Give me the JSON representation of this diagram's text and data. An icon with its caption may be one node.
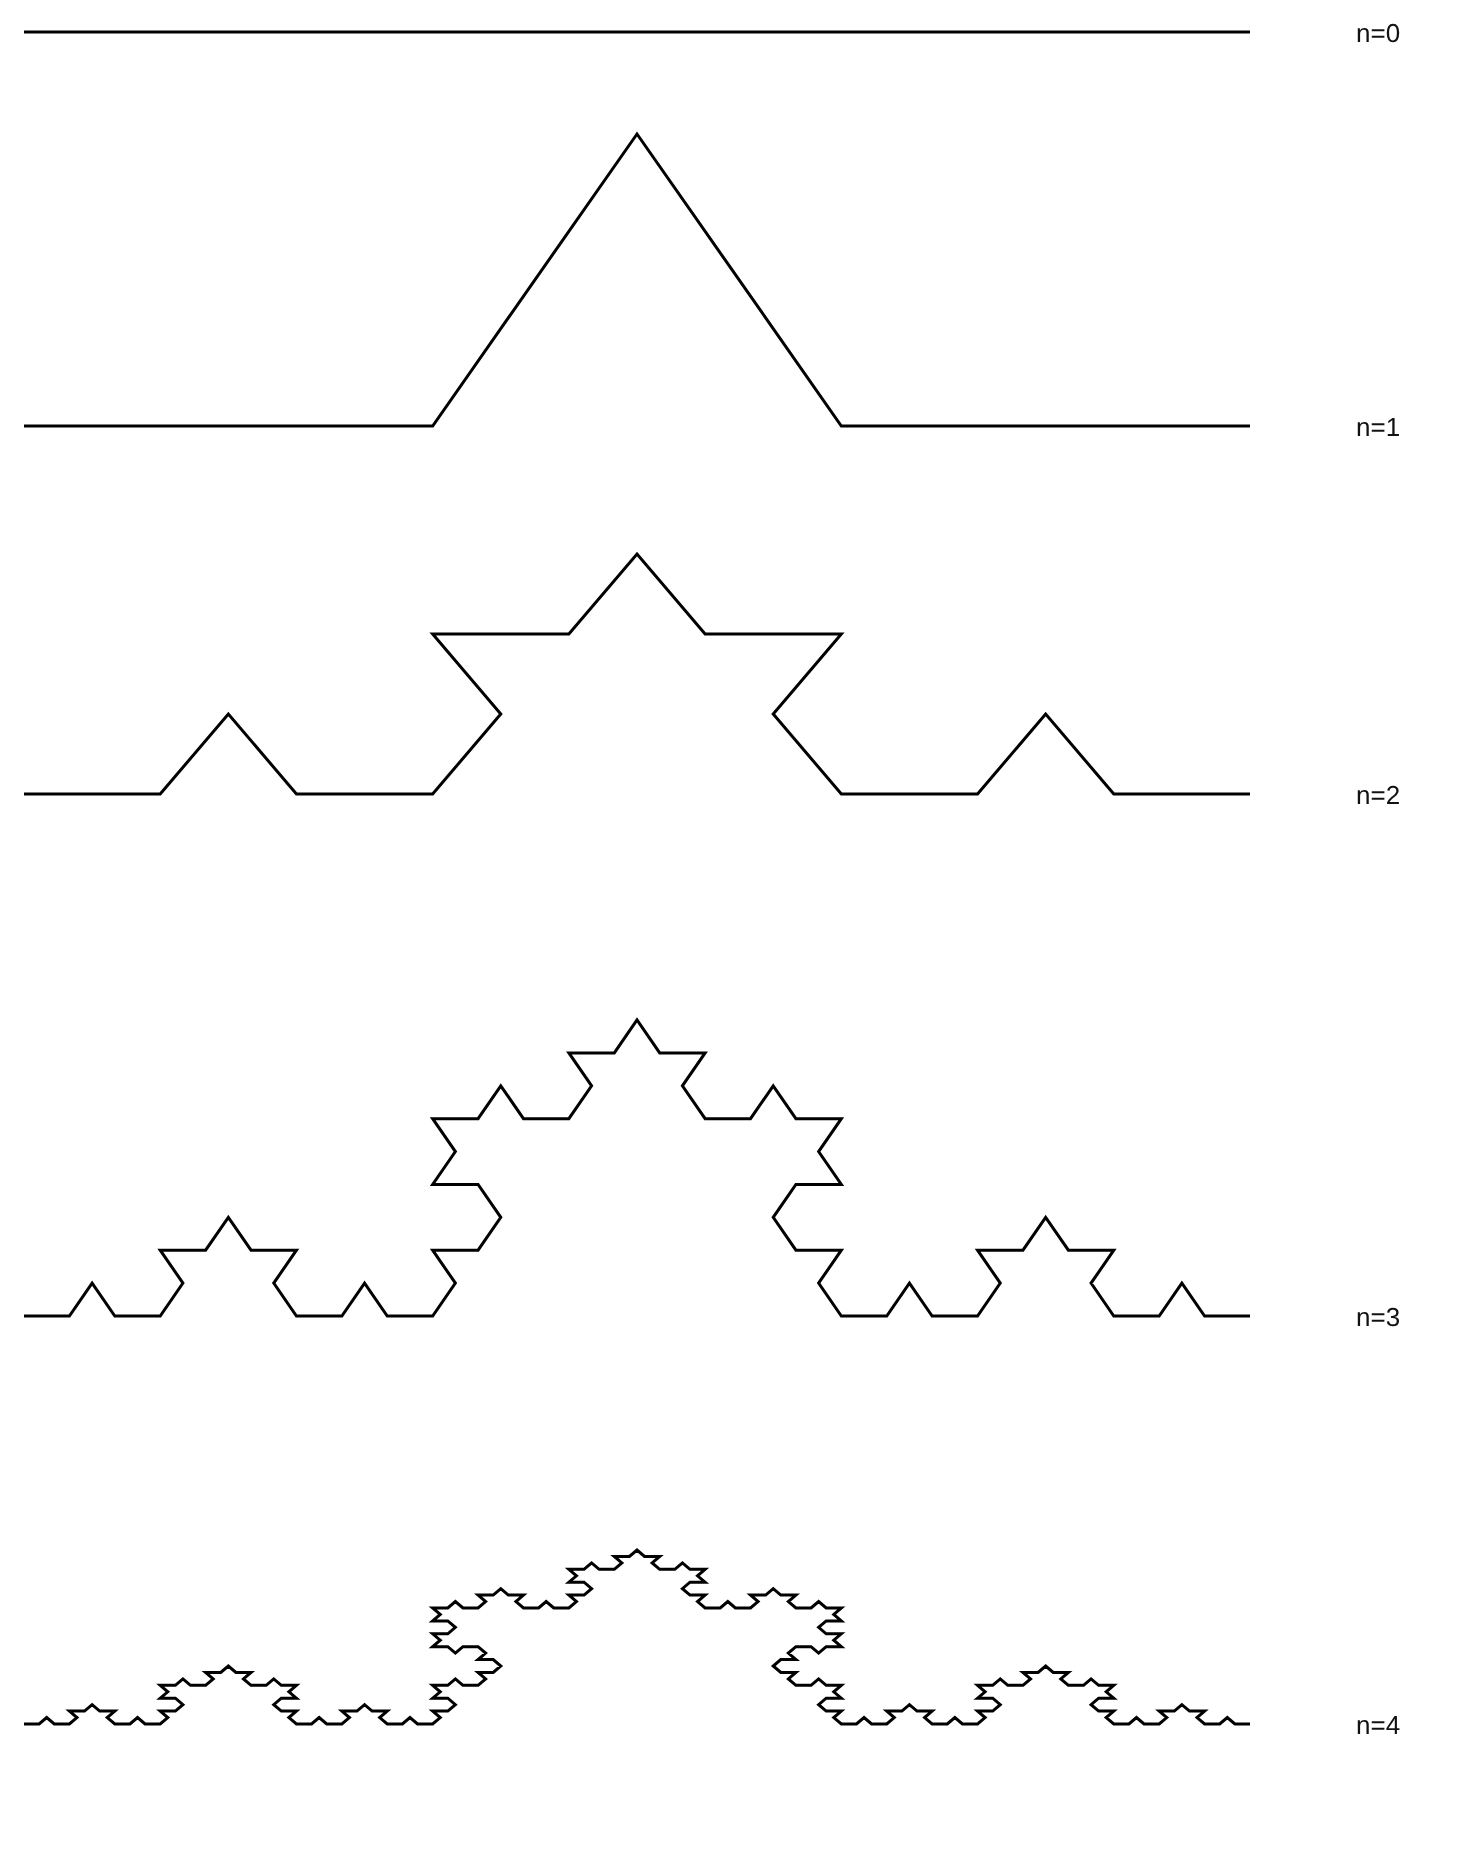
{
  "diagram": {
    "labels": [
      "n=0",
      "n=1",
      "n=2",
      "n=3",
      "n=4"
    ]
  }
}
